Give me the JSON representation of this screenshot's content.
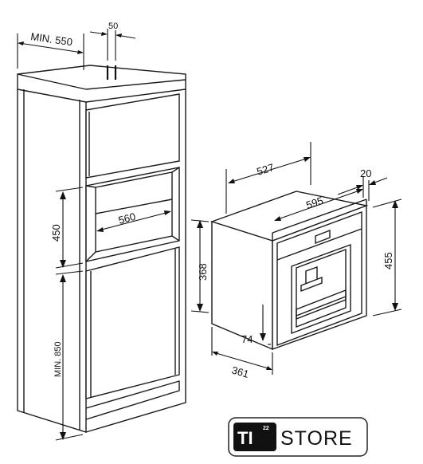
{
  "dimensions": {
    "min_550": "MIN. 550",
    "d_50": "50",
    "d_450": "450",
    "d_560": "560",
    "min_850": "MIN. 850",
    "d_527": "527",
    "d_20": "20",
    "d_595": "595",
    "d_455": "455",
    "d_368": "368",
    "d_74": "74",
    "d_361": "361"
  },
  "logo": {
    "mark": "TI",
    "superscript": "22",
    "word": "STORE"
  },
  "colors": {
    "line": "#1a1a1a",
    "background": "#ffffff"
  }
}
